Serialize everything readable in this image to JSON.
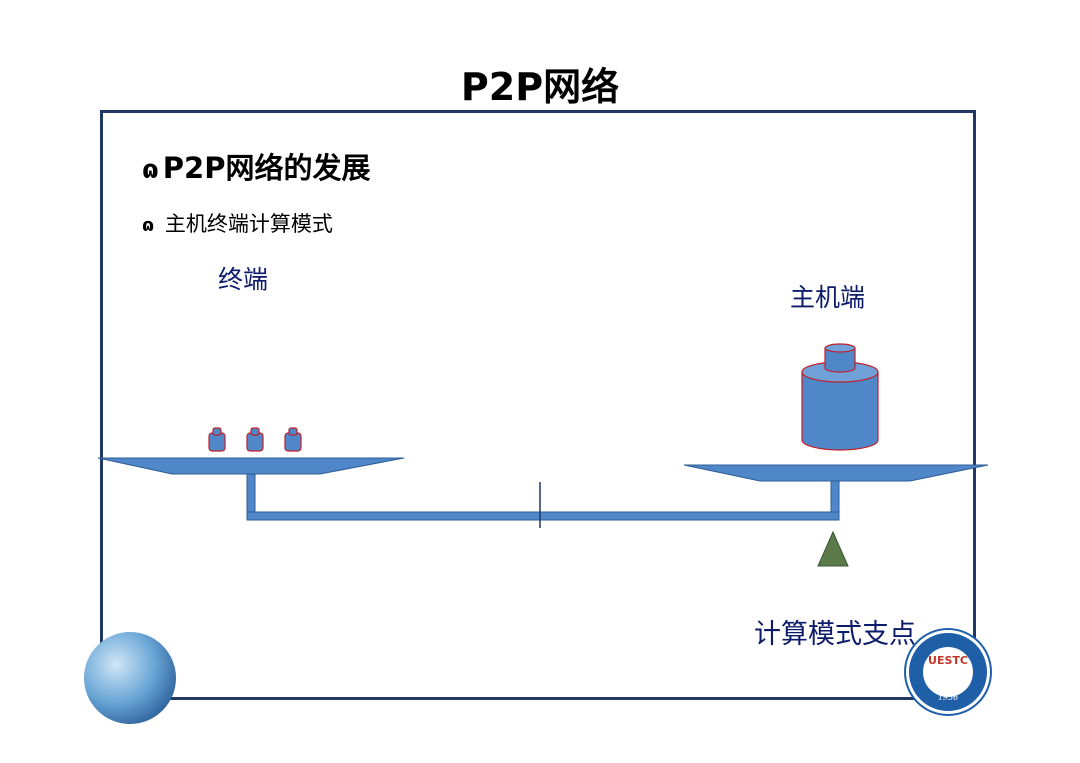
{
  "slide": {
    "title": "P2P网络",
    "heading": "P2P网络的发展",
    "subheading": "主机终端计算模式",
    "bullet_glyph": "ɷ"
  },
  "diagram": {
    "terminal_label": "终端",
    "host_label": "主机端",
    "pivot_label": "计算模式支点",
    "terminal_count": 3
  },
  "logo": {
    "text": "UESTC",
    "year": "1956"
  },
  "colors": {
    "pan_fill": "#4f87c9",
    "pan_stroke": "#2e5c96",
    "weight_fill": "#4f87c9",
    "weight_stroke": "#c0202a",
    "pivot_fill": "#5b7a4a",
    "label_color": "#0d1b6b",
    "frame_color": "#1f3864"
  }
}
